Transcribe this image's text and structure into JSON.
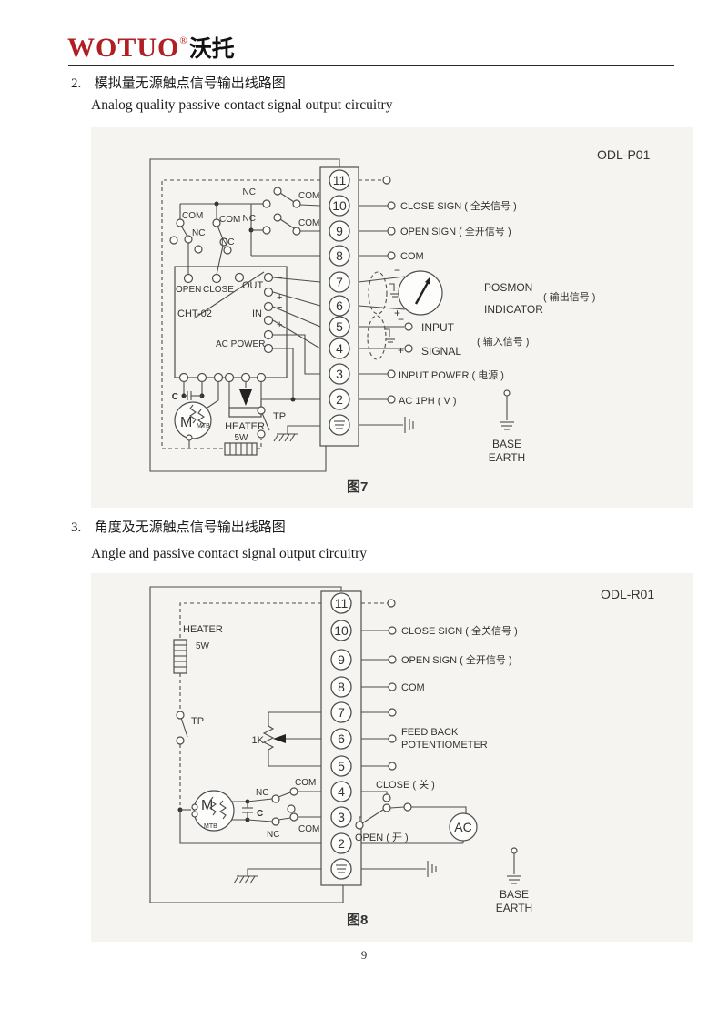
{
  "header": {
    "brand_en": "WOTUO",
    "reg_mark": "®",
    "brand_cn": "沃托"
  },
  "sections": {
    "s2": {
      "num": "2.",
      "cn": "模拟量无源触点信号输出线路图",
      "en": "Analog quality passive contact signal output circuitry"
    },
    "s3": {
      "num": "3.",
      "cn": "角度及无源触点信号输出线路图",
      "en": "Angle and passive contact signal output circuitry"
    }
  },
  "common": {
    "nc": "NC",
    "com": "COM",
    "minus": "−",
    "plus": "+",
    "close_sign": "CLOSE SIGN ( 全关信号 )",
    "open_sign": "OPEN SIGN ( 全开信号 )",
    "com_row": "COM",
    "base": "BASE",
    "earth": "EARTH",
    "heater": "HEATER",
    "heater_power": "5W",
    "tp": "TP",
    "motor": "M",
    "motor_sub": "MTB",
    "cap": "C"
  },
  "diagram1": {
    "model": "ODL-P01",
    "caption": "图7",
    "terminals": [
      "11",
      "10",
      "9",
      "8",
      "7",
      "6",
      "5",
      "4",
      "3",
      "2"
    ],
    "controller": {
      "name": "CHT-02",
      "open": "OPEN",
      "close": "CLOSE",
      "out": "OUT",
      "in": "IN",
      "ac_power": "AC POWER"
    },
    "right": {
      "posmon1": "POSMON",
      "posmon2": "INDICATOR",
      "out_sig": "( 输出信号 )",
      "input": "INPUT",
      "signal": "SIGNAL",
      "in_sig": "( 输入信号 )",
      "input_power": "INPUT POWER ( 电源 )",
      "ac_1ph": "AC 1PH ( V )"
    }
  },
  "diagram2": {
    "model": "ODL-R01",
    "caption": "图8",
    "terminals": [
      "11",
      "10",
      "9",
      "8",
      "7",
      "6",
      "5",
      "4",
      "3",
      "2"
    ],
    "pot": {
      "value": "1K",
      "label1": "FEED BACK",
      "label2": "POTENTIOMETER"
    },
    "right": {
      "close": "CLOSE ( 关 )",
      "open": "OPEN ( 开 )",
      "ac": "AC"
    }
  },
  "page": {
    "number": "9"
  }
}
